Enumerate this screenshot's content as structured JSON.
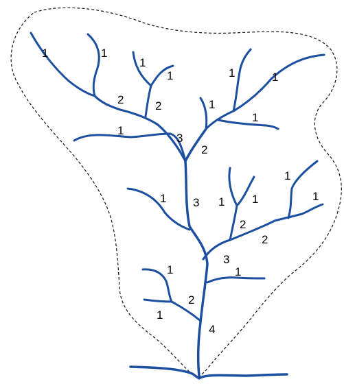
{
  "diagram": {
    "colors": {
      "stream": "#1c4fa0",
      "boundary": "#111111",
      "background": "#ffffff"
    },
    "labels": [
      {
        "id": "l1",
        "text": "1"
      },
      {
        "id": "l2",
        "text": "1"
      },
      {
        "id": "l3",
        "text": "1"
      },
      {
        "id": "l4",
        "text": "1"
      },
      {
        "id": "l5",
        "text": "2"
      },
      {
        "id": "l6",
        "text": "2"
      },
      {
        "id": "l7",
        "text": "1"
      },
      {
        "id": "l8",
        "text": "3"
      },
      {
        "id": "l9",
        "text": "1"
      },
      {
        "id": "l10",
        "text": "1"
      },
      {
        "id": "l11",
        "text": "1"
      },
      {
        "id": "l12",
        "text": "1"
      },
      {
        "id": "l13",
        "text": "2"
      },
      {
        "id": "l14",
        "text": "1"
      },
      {
        "id": "l15",
        "text": "3"
      },
      {
        "id": "l16",
        "text": "1"
      },
      {
        "id": "l17",
        "text": "1"
      },
      {
        "id": "l18",
        "text": "1"
      },
      {
        "id": "l19",
        "text": "1"
      },
      {
        "id": "l20",
        "text": "2"
      },
      {
        "id": "l21",
        "text": "2"
      },
      {
        "id": "l22",
        "text": "3"
      },
      {
        "id": "l23",
        "text": "1"
      },
      {
        "id": "l24",
        "text": "1"
      },
      {
        "id": "l25",
        "text": "2"
      },
      {
        "id": "l26",
        "text": "1"
      },
      {
        "id": "l27",
        "text": "4"
      }
    ]
  }
}
